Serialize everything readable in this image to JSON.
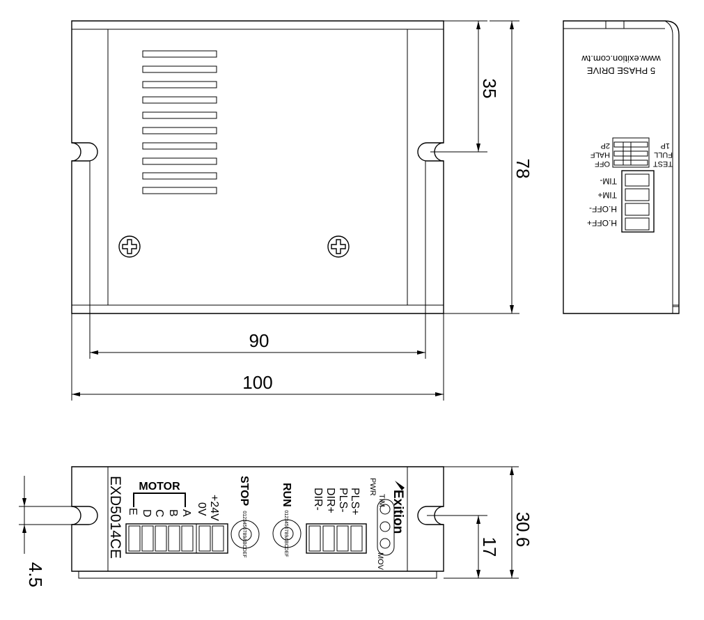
{
  "dimensions": {
    "width_outer": "100",
    "width_holes": "90",
    "height_total": "78",
    "slot_offset": "35",
    "side_thickness": "30.6",
    "slot_height": "17",
    "flange_height": "4.5"
  },
  "side_panel": {
    "website": "www.exition.com.tw",
    "product": "5 PHASE DRIVE",
    "switch_labels": {
      "p1": "1P",
      "full": "FULL",
      "test": "TEST",
      "p2": "2P",
      "half": "HALF",
      "off": "OFF"
    },
    "terminal_labels": [
      "TIM-",
      "TIM+",
      "H.OFF-",
      "H.OFF+"
    ]
  },
  "front_panel": {
    "model": "EXD5014CE",
    "motor_label": "MOTOR",
    "motor_phases": [
      "E",
      "D",
      "C",
      "B",
      "A"
    ],
    "power_labels": [
      "+24V",
      "0V"
    ],
    "stop_label": "STOP",
    "run_label": "RUN",
    "rotary_digits": "0123456789ABCDEF",
    "signal_labels": [
      "PLS+",
      "PLS-",
      "DIR+",
      "DIR-"
    ],
    "led_labels": [
      "PWR",
      "TIM",
      "MOV"
    ],
    "brand": "Exition"
  }
}
